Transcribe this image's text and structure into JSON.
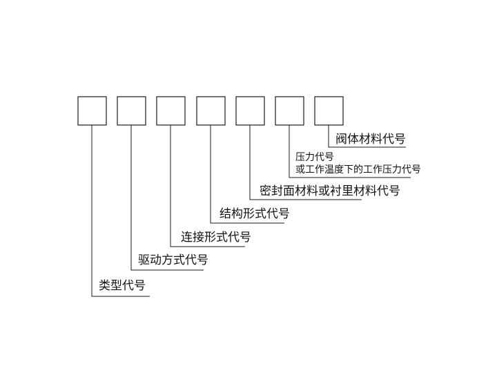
{
  "diagram": {
    "box_count": 7,
    "labels": {
      "type_code": "类型代号",
      "drive_code": "驱动方式代号",
      "connection_code": "连接形式代号",
      "structure_code": "结构形式代号",
      "seal_code": "密封面材料或衬里材料代号",
      "pressure_line1": "压力代号",
      "pressure_line2": "或工作温度下的工作压力代号",
      "body_material_code": "阀体材料代号"
    }
  }
}
